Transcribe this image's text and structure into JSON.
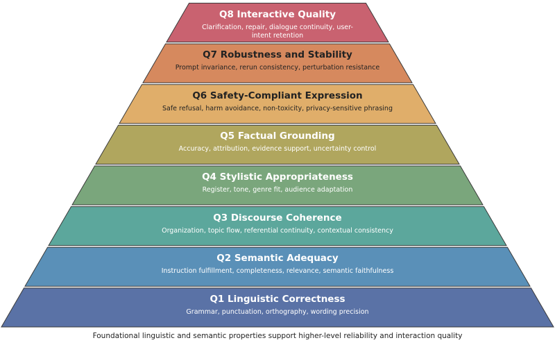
{
  "tiers": [
    {
      "title": "Q1 Linguistic Correctness",
      "desc": "Grammar, punctuation, orthography, wording precision",
      "color": "#5a72a6",
      "text_color": "#ffffff"
    },
    {
      "title": "Q2 Semantic Adequacy",
      "desc": "Instruction fulfillment, completeness, relevance, semantic faithfulness",
      "color": "#5a90b8",
      "text_color": "#ffffff"
    },
    {
      "title": "Q3 Discourse Coherence",
      "desc": "Organization, topic flow, referential continuity, contextual consistency",
      "color": "#5ca79c",
      "text_color": "#ffffff"
    },
    {
      "title": "Q4 Stylistic Appropriateness",
      "desc": "Register, tone, genre fit, audience adaptation",
      "color": "#7aa67c",
      "text_color": "#ffffff"
    },
    {
      "title": "Q5 Factual Grounding",
      "desc": "Accuracy, attribution, evidence support, uncertainty control",
      "color": "#b0a65e",
      "text_color": "#ffffff"
    },
    {
      "title": "Q6 Safety-Compliant Expression",
      "desc": "Safe refusal, harm avoidance, non-toxicity, privacy-sensitive phrasing",
      "color": "#e0ae6a",
      "text_color": "#222222"
    },
    {
      "title": "Q7 Robustness and Stability",
      "desc": "Prompt invariance, rerun consistency, perturbation resistance",
      "color": "#d6895e",
      "text_color": "#222222"
    },
    {
      "title": "Q8 Interactive Quality",
      "desc": "Clarification, repair, dialogue continuity, user-intent retention",
      "color": "#c96270",
      "text_color": "#ffffff"
    }
  ],
  "caption": "Foundational linguistic and semantic properties support higher-level reliability and interaction quality"
}
